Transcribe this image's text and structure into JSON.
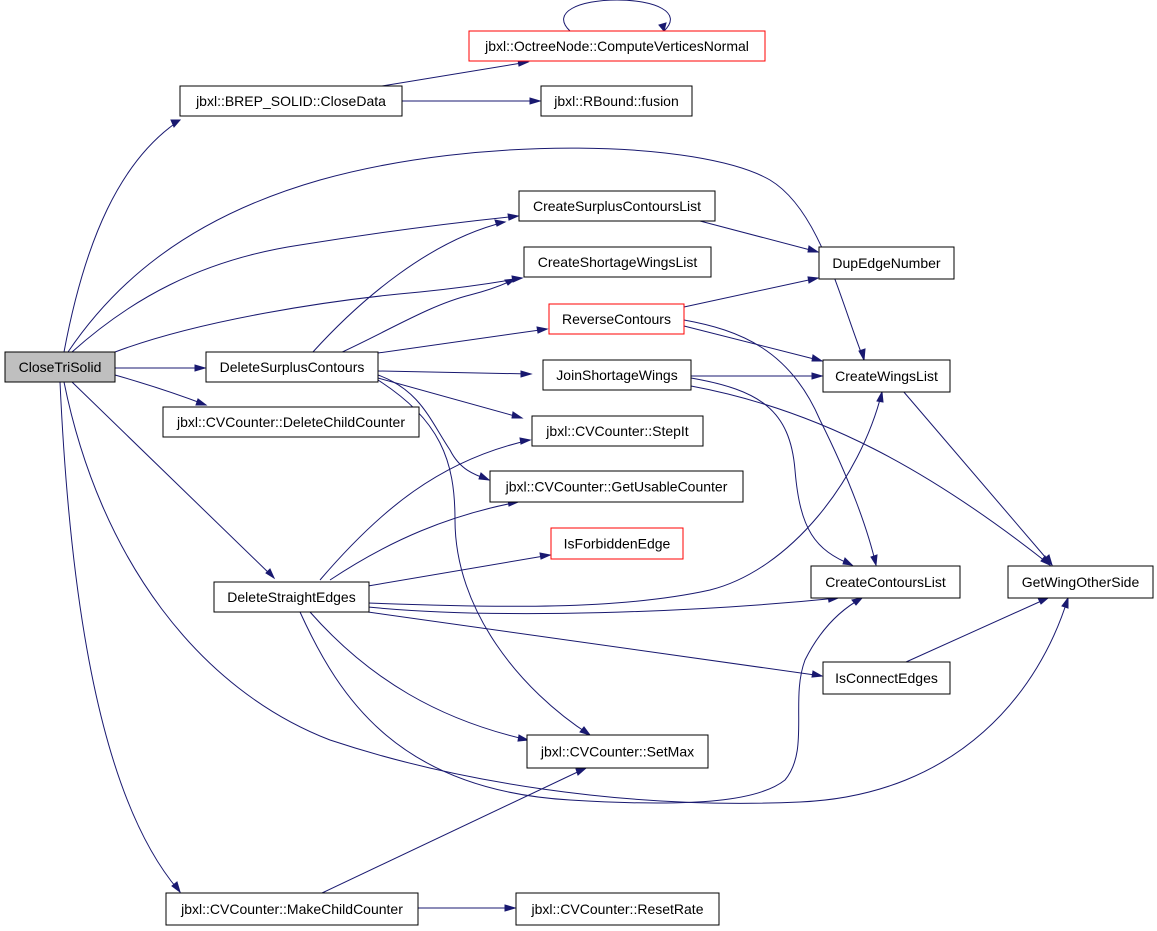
{
  "graph": {
    "colors": {
      "edge": "#191970",
      "node_border": "#000000",
      "truncated_border": "#ff0000",
      "root_fill": "#bfbfbf"
    },
    "nodes": {
      "CloseTriSolid": "CloseTriSolid",
      "CloseData": "jbxl::BREP_SOLID::CloseData",
      "ComputeVerticesNormal": "jbxl::OctreeNode::ComputeVerticesNormal",
      "fusion": "jbxl::RBound::fusion",
      "CreateSurplusContoursList": "CreateSurplusContoursList",
      "CreateShortageWingsList": "CreateShortageWingsList",
      "DupEdgeNumber": "DupEdgeNumber",
      "ReverseContours": "ReverseContours",
      "DeleteSurplusContours": "DeleteSurplusContours",
      "JoinShortageWings": "JoinShortageWings",
      "CreateWingsList": "CreateWingsList",
      "DeleteChildCounter": "jbxl::CVCounter::DeleteChildCounter",
      "StepIt": "jbxl::CVCounter::StepIt",
      "GetUsableCounter": "jbxl::CVCounter::GetUsableCounter",
      "IsForbiddenEdge": "IsForbiddenEdge",
      "CreateContoursList": "CreateContoursList",
      "GetWingOtherSide": "GetWingOtherSide",
      "DeleteStraightEdges": "DeleteStraightEdges",
      "IsConnectEdges": "IsConnectEdges",
      "SetMax": "jbxl::CVCounter::SetMax",
      "MakeChildCounter": "jbxl::CVCounter::MakeChildCounter",
      "ResetRate": "jbxl::CVCounter::ResetRate"
    }
  }
}
